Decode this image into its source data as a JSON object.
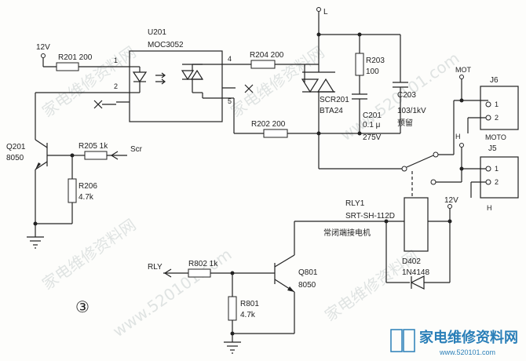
{
  "labels": {
    "v12_left": "12V",
    "r201": "R201  200",
    "u201": "U201",
    "moc": "MOC3052",
    "pin1": "1",
    "pin2": "2",
    "pin4": "4",
    "pin5": "5",
    "r204": "R204  200",
    "r202": "R202  200",
    "L": "L",
    "r203a": "R203",
    "r203b": "100",
    "c201a": "C201",
    "c201b": "0.1 μ",
    "c201c": "275V",
    "c203a": "C203",
    "c203b": "103/1kV",
    "c203c": "预留",
    "scra": "SCR201",
    "scrb": "BTA24",
    "mot": "MOT",
    "j6": "J6",
    "j6p1": "1",
    "j6p2": "2",
    "h1": "H",
    "moto": "MOTO",
    "j5": "J5",
    "j5p1": "1",
    "j5p2": "2",
    "h2": "H",
    "q201a": "Q201",
    "q201b": "8050",
    "r205": "R205  1k",
    "scr_in": "Scr",
    "r206a": "R206",
    "r206b": "4.7k",
    "rly1a": "RLY1",
    "rly1b": "SRT-SH-112D",
    "v12_right": "12V",
    "nc_note": "常闭端接电机",
    "rly_in": "RLY",
    "r802": "R802  1k",
    "q801a": "Q801",
    "q801b": "8050",
    "r801a": "R801",
    "r801b": "4.7k",
    "d402a": "D402",
    "d402b": "1N4148",
    "fig": "③"
  },
  "watermark": {
    "text1": "家电维修资料网",
    "text2": "www.520101.com",
    "logo_title": "家电维修资料网",
    "logo_url": "www.520101.com"
  },
  "colors": {
    "ink": "#222222",
    "logo": "#2a7fb8",
    "watermark": "#c8cfcf"
  }
}
